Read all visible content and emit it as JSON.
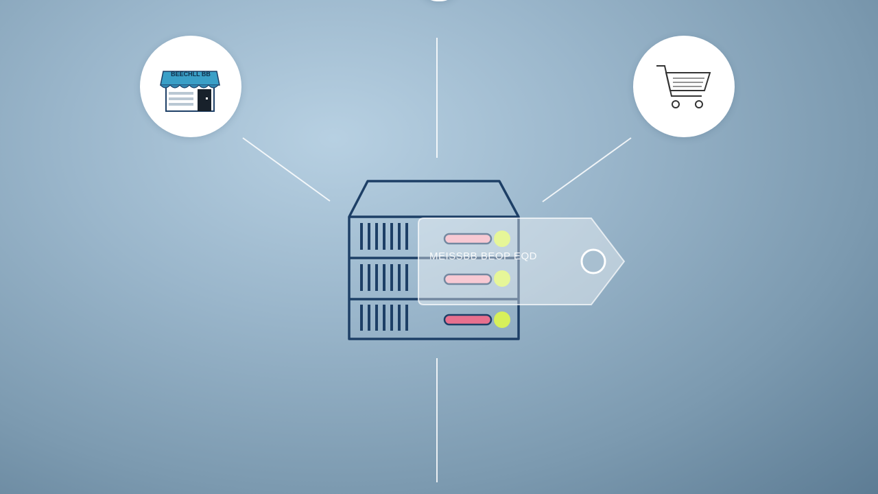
{
  "diagram": {
    "nodes": [
      {
        "id": "store",
        "icon": "storefront-icon",
        "sign_text": "BEECHLL BB"
      },
      {
        "id": "cart",
        "icon": "shopping-cart-icon"
      },
      {
        "id": "top",
        "icon": "partial-node-icon"
      }
    ],
    "center": {
      "icon": "server-icon",
      "tag_icon": "tag-icon",
      "tag_text": "MEISSBB BEOP EQD"
    },
    "connectors": 4,
    "colors": {
      "server_stroke": "#1d3f66",
      "led_green": "#d7f05a",
      "bar_pink": "#e7708e",
      "line": "#ffffff"
    }
  }
}
